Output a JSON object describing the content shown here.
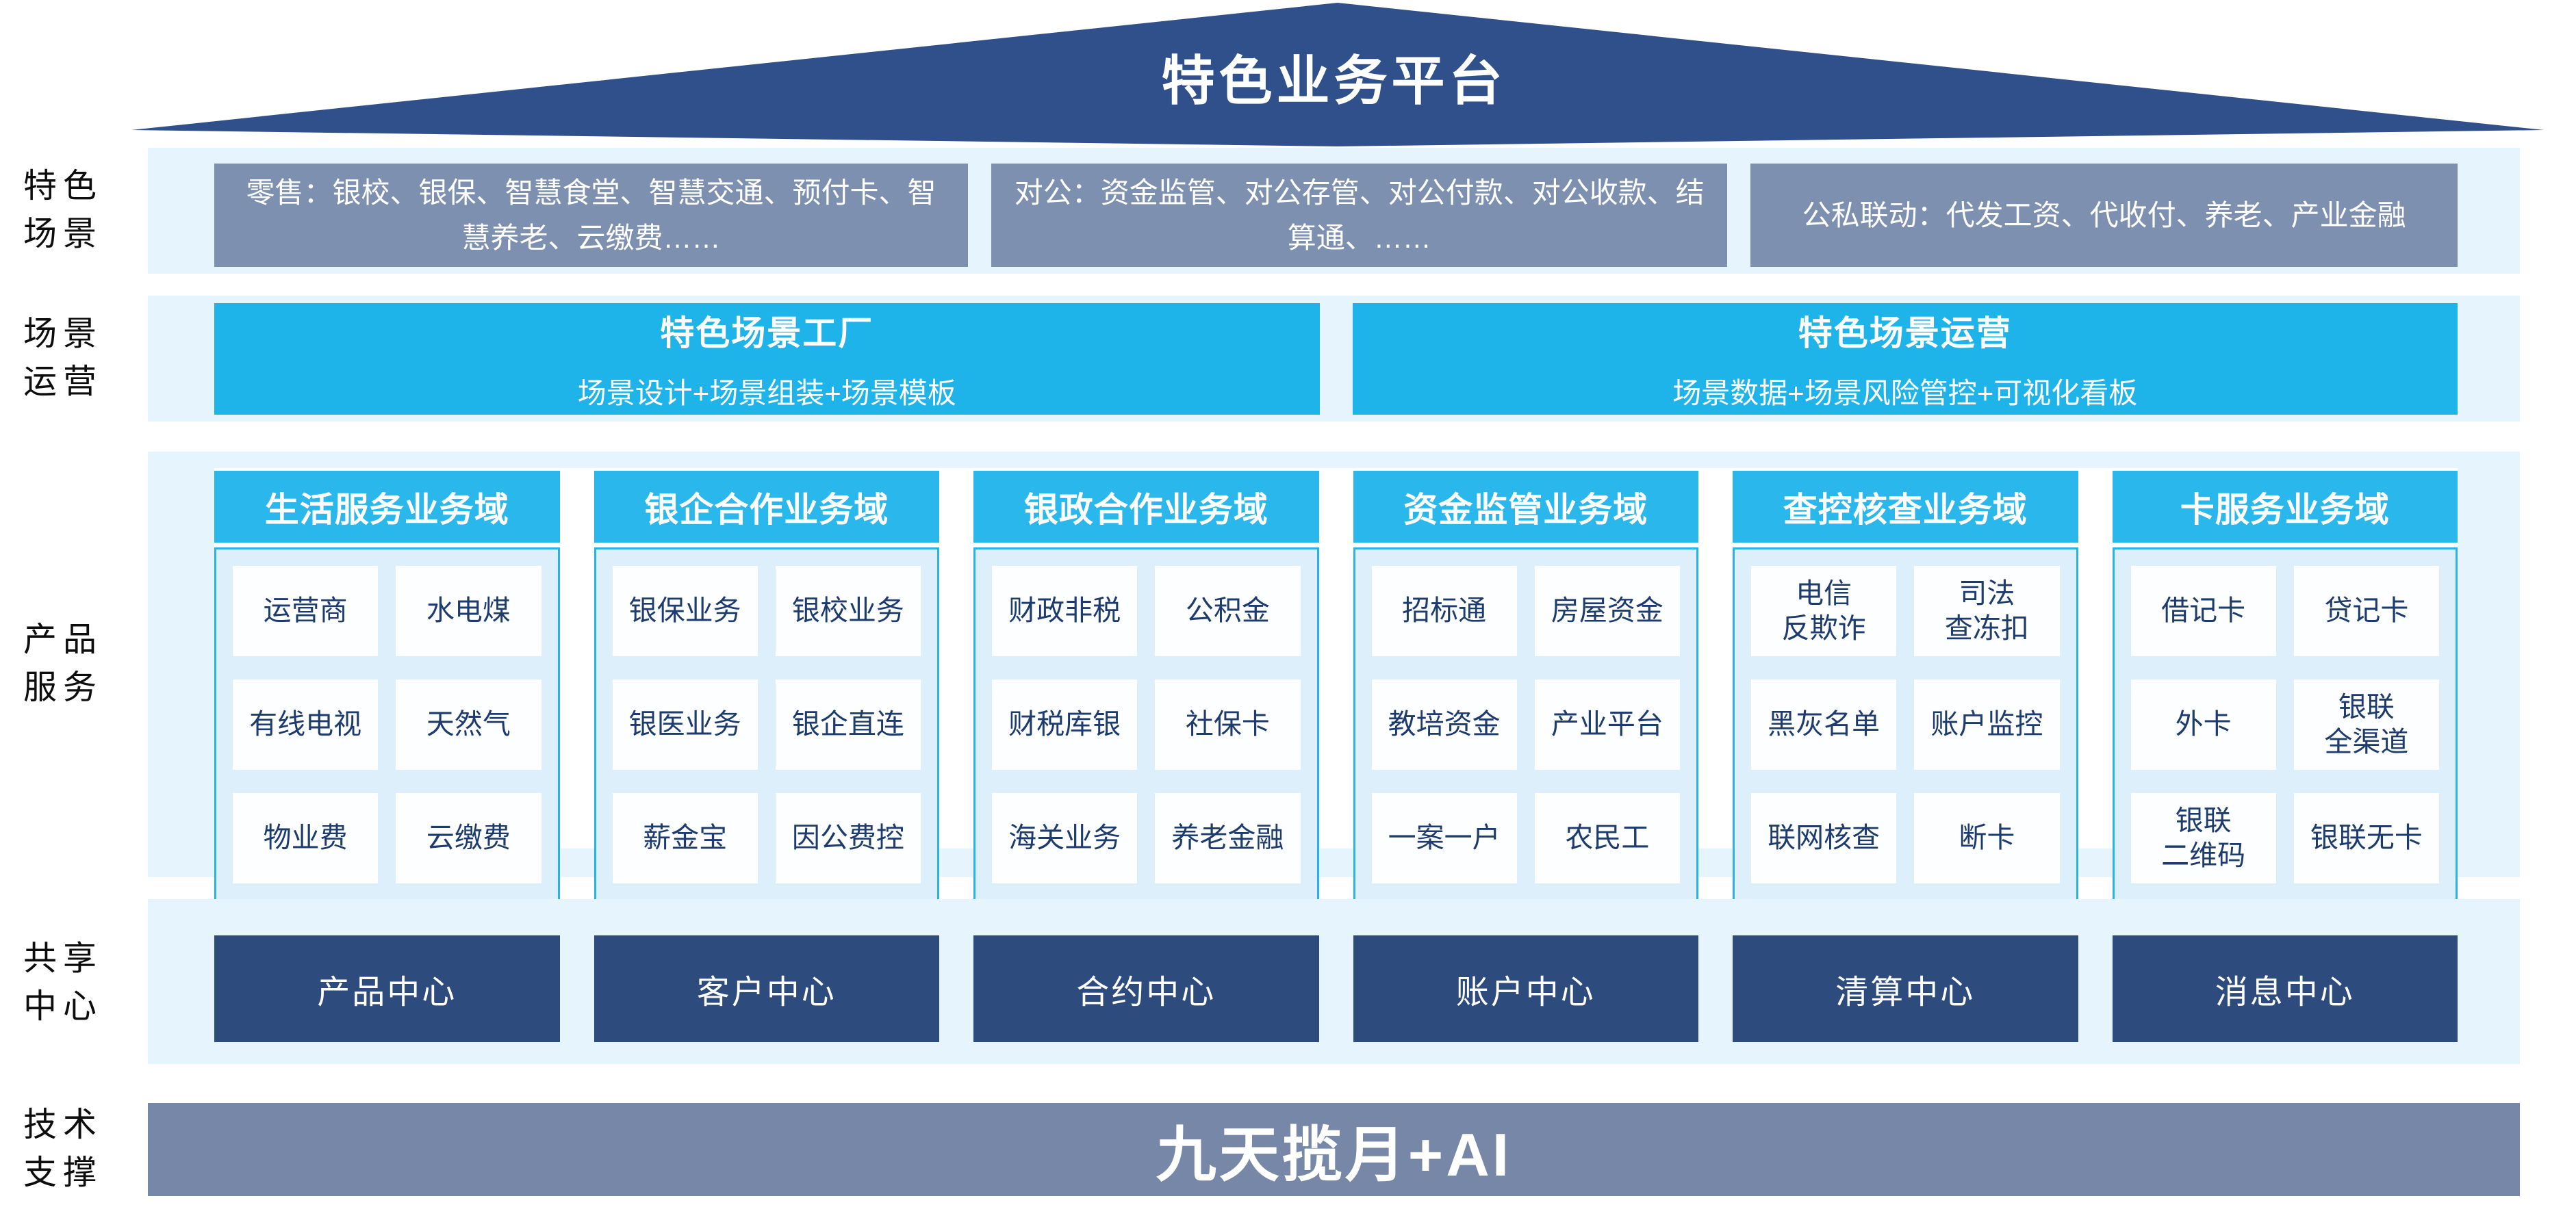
{
  "roof": {
    "title": "特色业务平台"
  },
  "rail": {
    "scenarios_label": "特色\n场景",
    "operations_label": "场景\n运营",
    "products_label": "产品\n服务",
    "centers_label": "共享\n中心",
    "tech_label": "技术\n支撑"
  },
  "scenarios": {
    "boxes": [
      "零售：银校、银保、智慧食堂、智慧交通、预付卡、智慧养老、云缴费……",
      "对公：资金监管、对公存管、对公付款、对公收款、结算通、……",
      "公私联动：代发工资、代收付、养老、产业金融"
    ]
  },
  "operations": {
    "boxes": [
      {
        "title": "特色场景工厂",
        "subtitle": "场景设计+场景组装+场景模板"
      },
      {
        "title": "特色场景运营",
        "subtitle": "场景数据+场景风险管控+可视化看板"
      }
    ]
  },
  "products": {
    "domains": [
      {
        "title": "生活服务业务域",
        "items": [
          "运营商",
          "水电煤",
          "有线电视",
          "天然气",
          "物业费",
          "云缴费"
        ]
      },
      {
        "title": "银企合作业务域",
        "items": [
          "银保业务",
          "银校业务",
          "银医业务",
          "银企直连",
          "薪金宝",
          "因公费控"
        ]
      },
      {
        "title": "银政合作业务域",
        "items": [
          "财政非税",
          "公积金",
          "财税库银",
          "社保卡",
          "海关业务",
          "养老金融"
        ]
      },
      {
        "title": "资金监管业务域",
        "items": [
          "招标通",
          "房屋资金",
          "教培资金",
          "产业平台",
          "一案一户",
          "农民工"
        ]
      },
      {
        "title": "查控核查业务域",
        "items": [
          "电信\n反欺诈",
          "司法\n查冻扣",
          "黑灰名单",
          "账户监控",
          "联网核查",
          "断卡"
        ]
      },
      {
        "title": "卡服务业务域",
        "items": [
          "借记卡",
          "贷记卡",
          "外卡",
          "银联\n全渠道",
          "银联\n二维码",
          "银联无卡"
        ]
      }
    ]
  },
  "centers": {
    "boxes": [
      "产品中心",
      "客户中心",
      "合约中心",
      "账户中心",
      "清算中心",
      "消息中心"
    ]
  },
  "tech": {
    "title": "九天揽月+AI"
  },
  "colors": {
    "roof_navy": "#30508c",
    "band_light_blue": "#e6f4fd",
    "scenario_gray_blue": "#7e90af",
    "cyan": "#1fb4e9",
    "card_body_blue": "#ddeffb",
    "item_text_navy": "#1d3b6d",
    "center_navy": "#2e4b7e",
    "tech_bar_slate": "#7787a7"
  }
}
